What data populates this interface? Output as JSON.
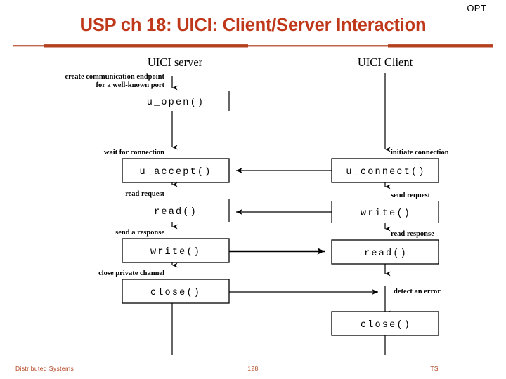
{
  "header": {
    "corner_label": "OPT",
    "title": "USP ch 18: UICI: Client/Server Interaction",
    "title_color": "#c0381a",
    "rule_color": "#b4411f"
  },
  "diagram": {
    "columns": [
      {
        "id": "server",
        "heading": "UICI server"
      },
      {
        "id": "client",
        "heading": "UICI Client"
      }
    ],
    "server_steps": [
      {
        "note_line1": "create communication endpoint",
        "note_line2": "for a well-known port",
        "call": "u_open()",
        "boxed": false
      },
      {
        "note_line1": "wait for connection",
        "note_line2": "",
        "call": "u_accept()",
        "boxed": true
      },
      {
        "note_line1": "read request",
        "note_line2": "",
        "call": "read()",
        "boxed": false
      },
      {
        "note_line1": "send a response",
        "note_line2": "",
        "call": "write()",
        "boxed": true
      },
      {
        "note_line1": "close private channel",
        "note_line2": "",
        "call": "close()",
        "boxed": true
      }
    ],
    "client_steps": [
      {
        "note_line1": "initiate connection",
        "call": "u_connect()",
        "boxed": true
      },
      {
        "note_line1": "send request",
        "call": "write()",
        "boxed": false
      },
      {
        "note_line1": "read response",
        "call": "read()",
        "boxed": true
      },
      {
        "note_line1": "detect an error",
        "call": "close()",
        "boxed": true
      }
    ],
    "messages": [
      {
        "from": "client",
        "to": "server",
        "label": "",
        "direction": "right-to-left",
        "style": "thin"
      },
      {
        "from": "client",
        "to": "server",
        "label": "",
        "direction": "right-to-left",
        "style": "thin"
      },
      {
        "from": "server",
        "to": "client",
        "label": "",
        "direction": "left-to-right",
        "style": "thick"
      },
      {
        "from": "server",
        "to": "client",
        "label": "",
        "direction": "left-to-right",
        "style": "thin"
      }
    ]
  },
  "footer": {
    "left": "Distributed Systems",
    "page": "128",
    "right": "TS",
    "color": "#b4411f"
  }
}
